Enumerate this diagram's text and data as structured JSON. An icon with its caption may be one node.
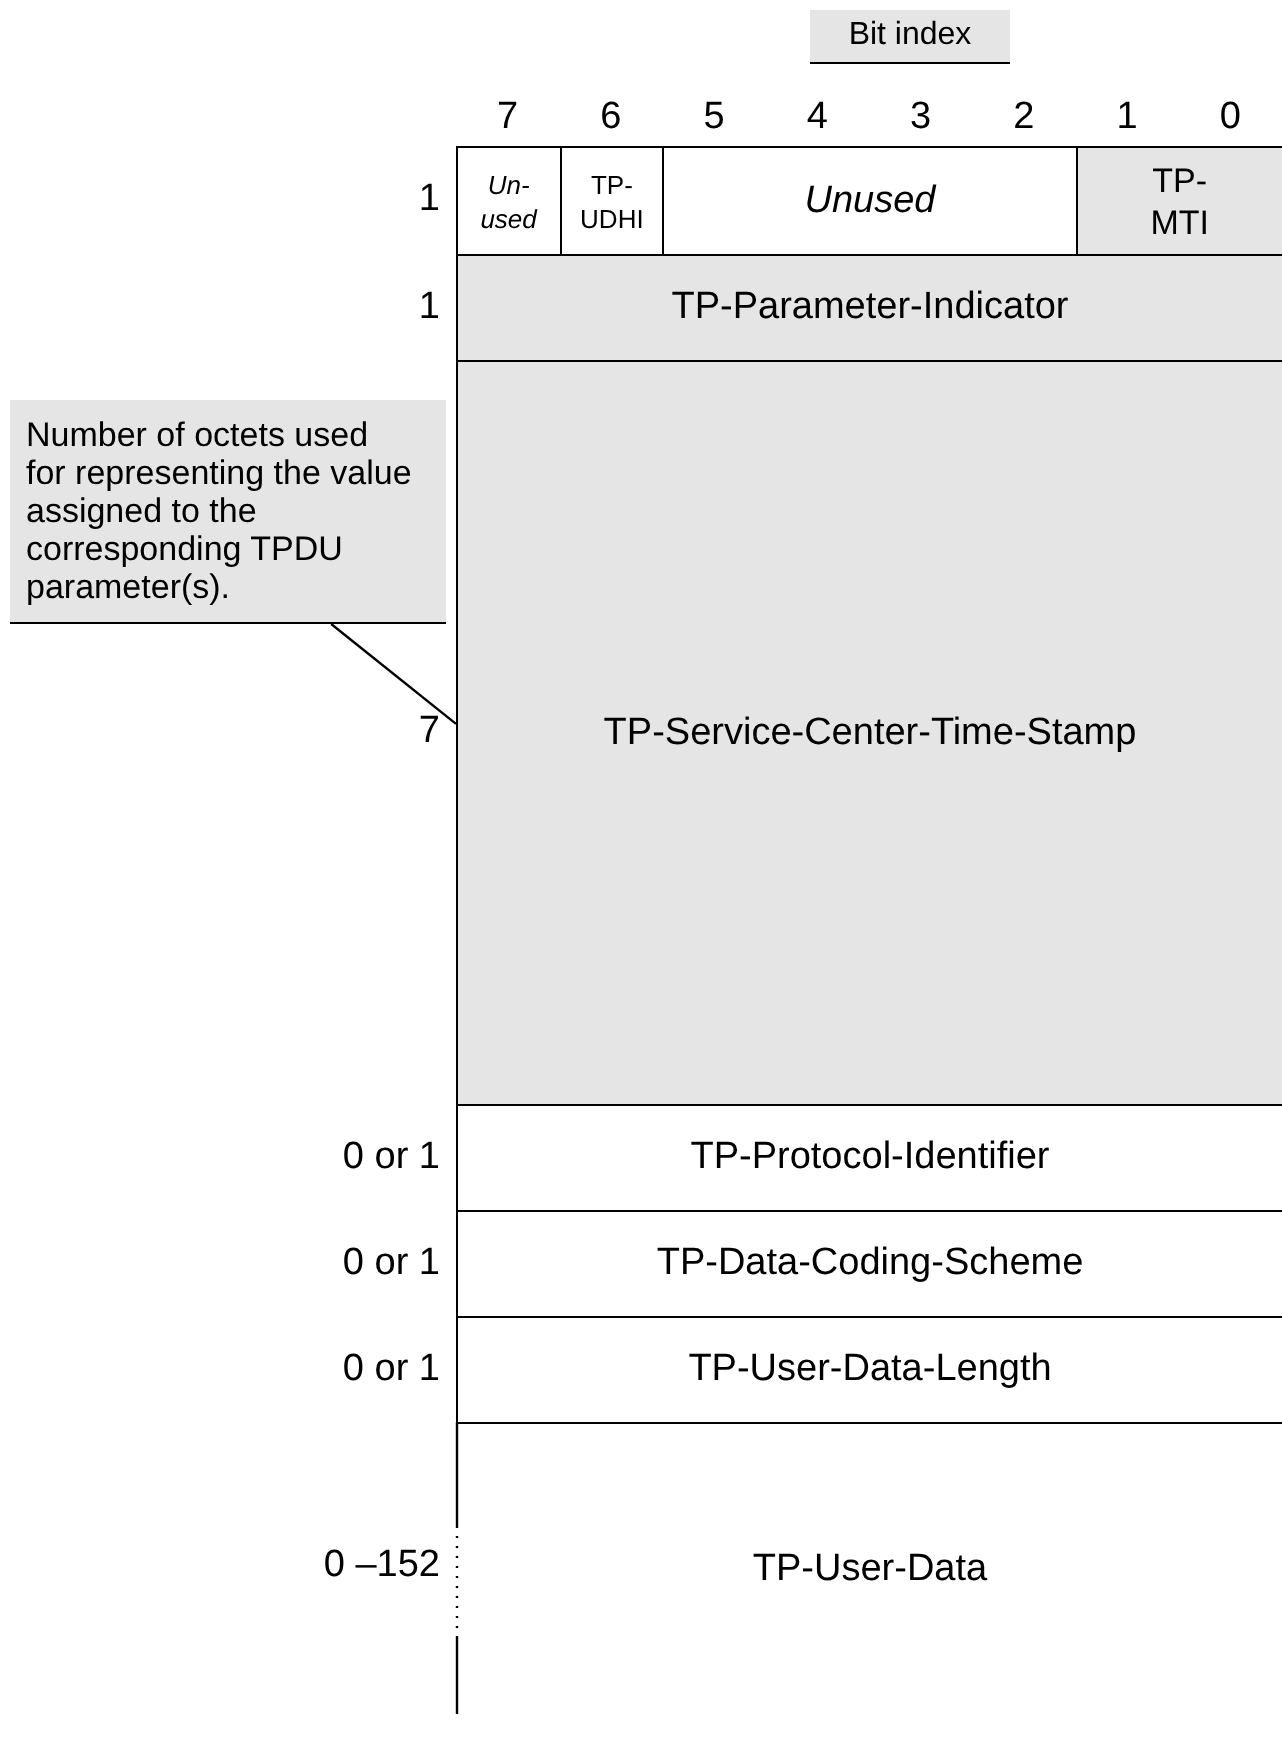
{
  "diagram": {
    "nodes": [
      {
        "text": [
          "Un- used"
        ]
      },
      {
        "text": [
          "TP- UDHI"
        ]
      },
      {
        "text": [
          "Unused"
        ]
      },
      {
        "text": [
          "TP- MTI"
        ]
      },
      {
        "text": [
          "TP-Parameter-Indicator"
        ],
        "beside": [
          "1"
        ]
      },
      {
        "text": [
          "TP-Service-Center-Time-Stamp"
        ],
        "beside": [
          "7"
        ]
      },
      {
        "text": [
          "TP-Protocol-Identifier"
        ],
        "beside": [
          "0 or 1"
        ]
      },
      {
        "text": [
          "TP-Data-Coding-Scheme"
        ],
        "beside": [
          "0 or 1"
        ]
      },
      {
        "text": [
          "TP-User-Data-Length"
        ],
        "beside": [
          "0 or 1"
        ]
      },
      {
        "text": [
          "TP-User-Data"
        ],
        "beside": [
          "0 –152"
        ]
      },
      {
        "text": [
          "Number of octets used for representing the value assigned to the corresponding TPDU parameter(s)."
        ]
      }
    ],
    "edges": [
      {
        "from": 10,
        "to": 5,
        "arrow": "none"
      }
    ],
    "labels": [
      "Bit index",
      "7",
      "6",
      "5",
      "4",
      "3",
      "2",
      "1",
      "0",
      "1"
    ]
  }
}
